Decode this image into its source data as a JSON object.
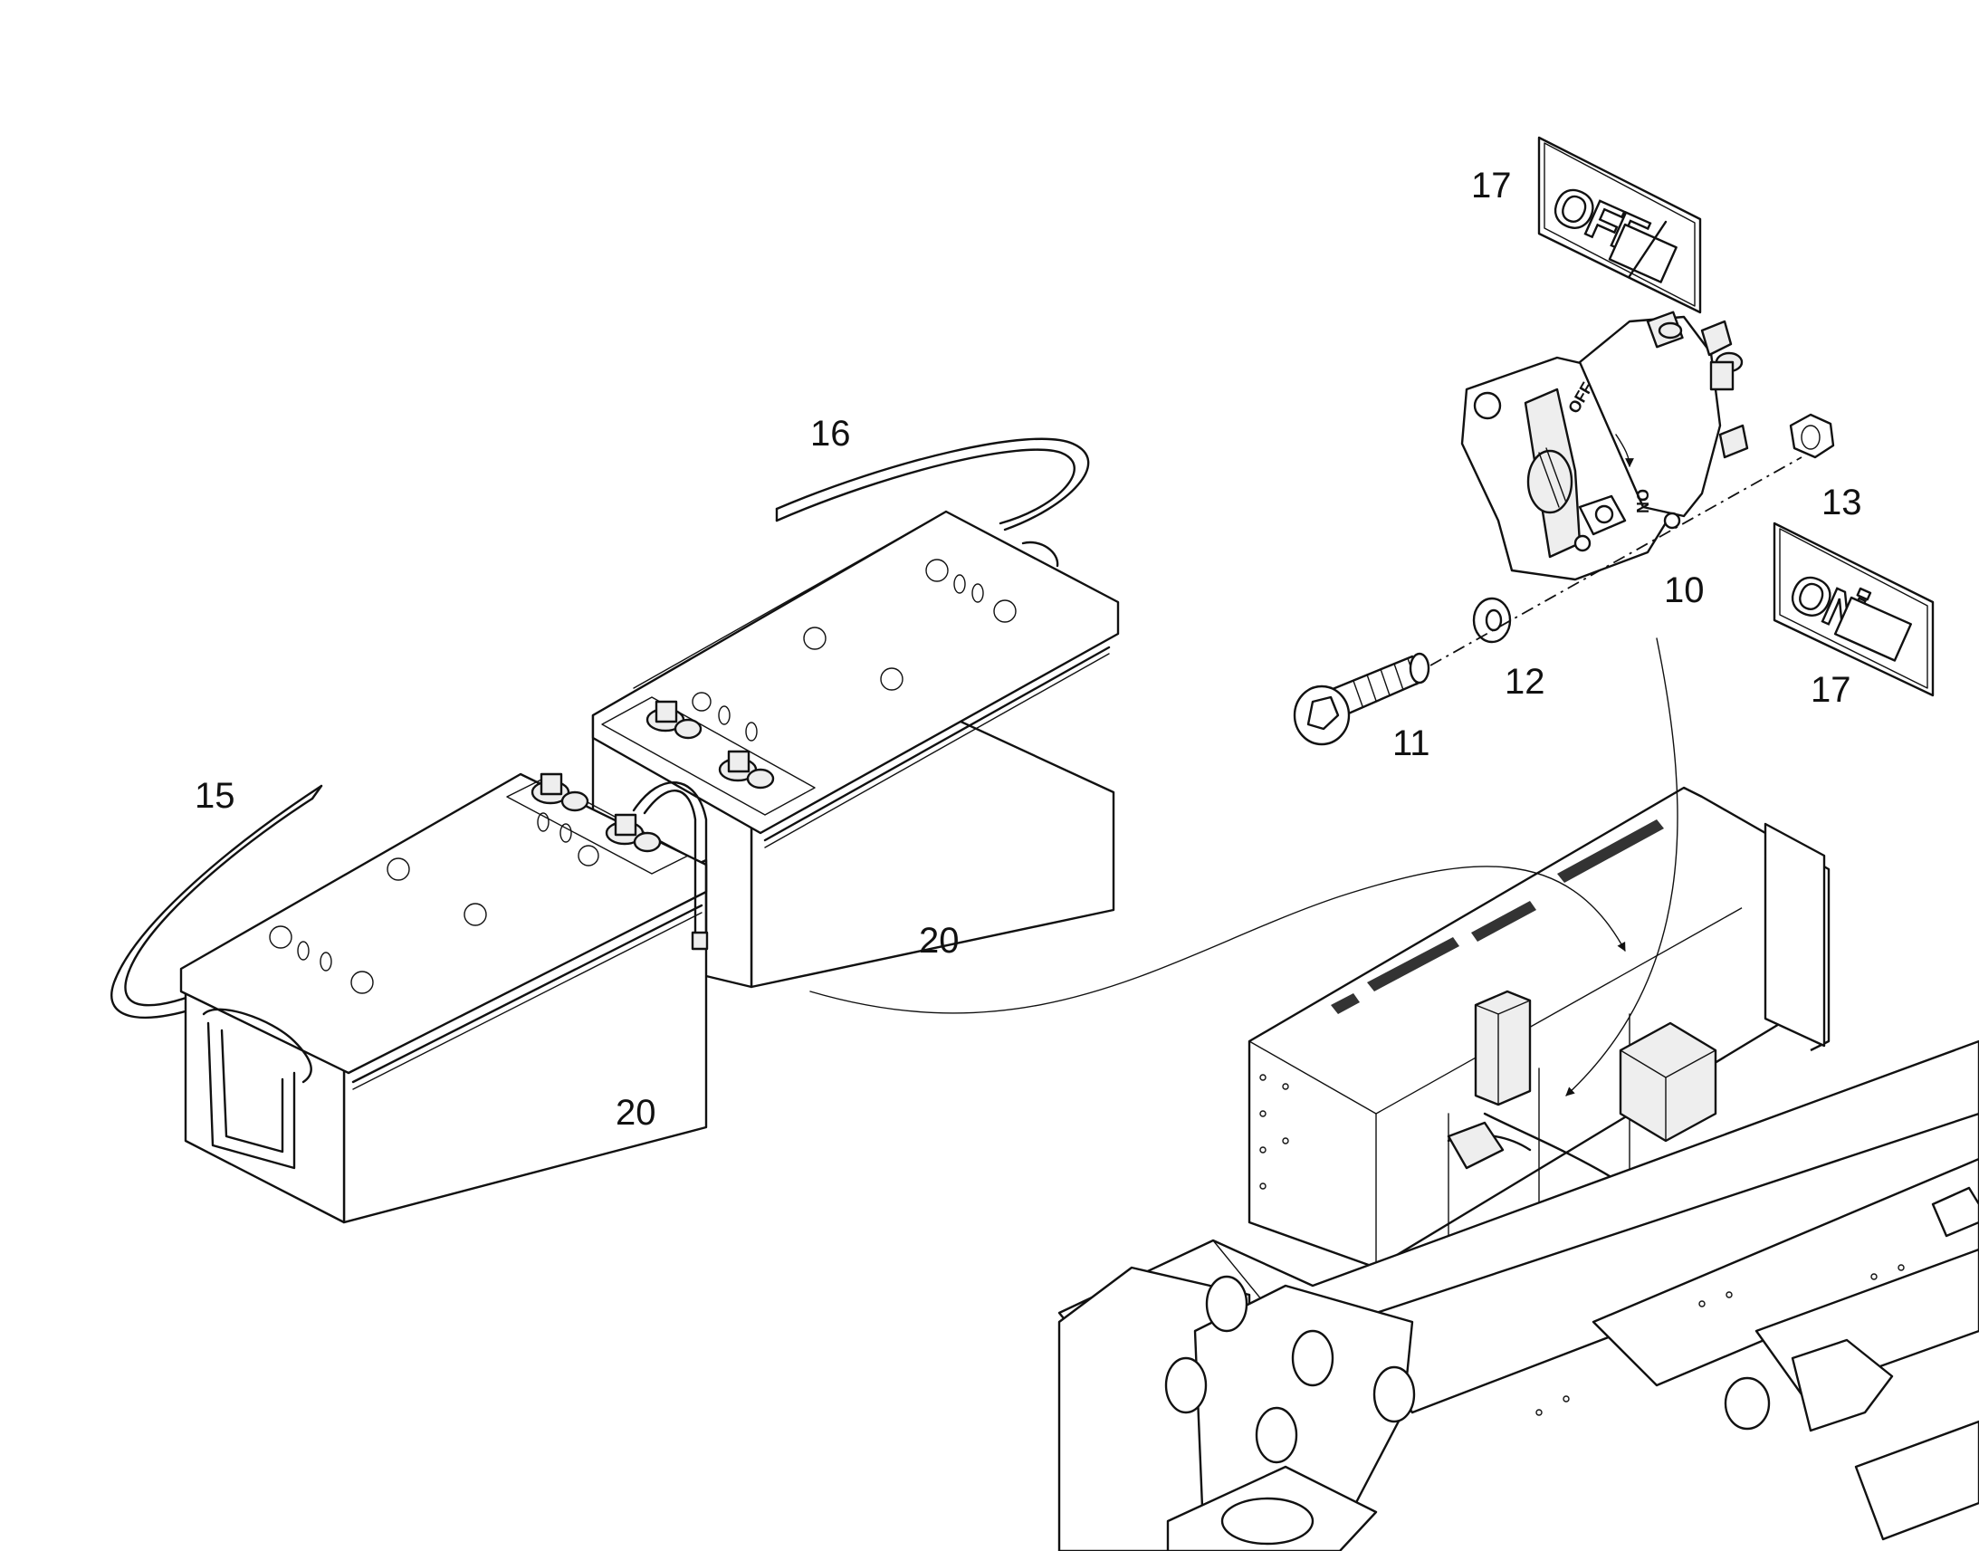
{
  "callouts": {
    "c10": "10",
    "c11": "11",
    "c12": "12",
    "c13": "13",
    "c15": "15",
    "c16": "16",
    "c17a": "17",
    "c17b": "17",
    "c20a": "20",
    "c20b": "20"
  },
  "decals": {
    "off_text": "OFF",
    "on_text": "ON"
  },
  "switch": {
    "off_mark": "OFF",
    "on_mark": "ON"
  }
}
